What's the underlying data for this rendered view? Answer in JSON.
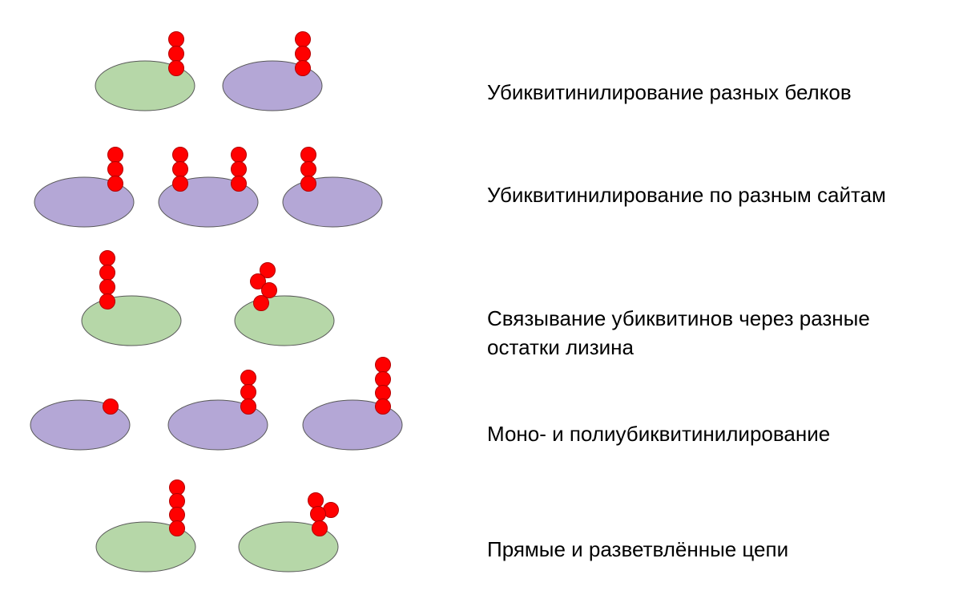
{
  "colors": {
    "green_protein": "#b6d7a8",
    "purple_protein": "#b4a7d6",
    "ubiquitin": "#ff0000",
    "outline": "#595959"
  },
  "rows": [
    {
      "label": "Убиквитинилирование разных белков",
      "protein_colors": [
        "green",
        "purple"
      ]
    },
    {
      "label": "Убиквитинилирование по разным сайтам",
      "protein_colors": [
        "purple",
        "purple",
        "purple"
      ]
    },
    {
      "label_lines": [
        "Связывание убиквитинов через разные",
        "остатки лизина"
      ],
      "protein_colors": [
        "green",
        "green"
      ]
    },
    {
      "label": "Моно- и полиубиквитинилирование",
      "protein_colors": [
        "purple",
        "purple",
        "purple"
      ],
      "ubiquitin_counts": [
        1,
        3,
        4
      ]
    },
    {
      "label": "Прямые и разветвлённые цепи",
      "protein_colors": [
        "green",
        "green"
      ],
      "chain_types": [
        "linear",
        "branched"
      ]
    }
  ]
}
